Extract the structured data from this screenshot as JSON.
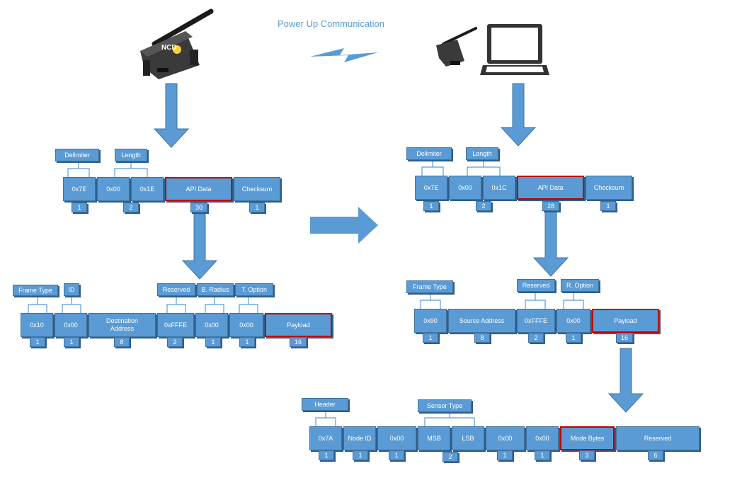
{
  "title": "Power Up Communication",
  "device_logo": "NCD",
  "frames": {
    "tx_frame": {
      "cells": [
        "0x7E",
        "0x00",
        "0x1E",
        "API Data",
        "Checksum"
      ],
      "labels": [
        "Delimiter",
        "Length"
      ],
      "sizes": [
        "1",
        "2",
        "30",
        "1"
      ]
    },
    "tx_api": {
      "cells": [
        "0x10",
        "0x00",
        "Destination Address",
        "0xFFFE",
        "0x00",
        "0x00",
        "Payload"
      ],
      "labels": [
        "Frame Type",
        "ID",
        "Reserved",
        "B. Radius",
        "T. Option"
      ],
      "sizes": [
        "1",
        "1",
        "8",
        "2",
        "1",
        "1",
        "16"
      ]
    },
    "rx_frame": {
      "cells": [
        "0x7E",
        "0x00",
        "0x1C",
        "API Data",
        "Checksum"
      ],
      "labels": [
        "Delimiter",
        "Length"
      ],
      "sizes": [
        "1",
        "2",
        "28",
        "1"
      ]
    },
    "rx_api": {
      "cells": [
        "0x90",
        "Source Address",
        "0xFFFE",
        "0x00",
        "Payload"
      ],
      "labels": [
        "Frame Type",
        "Reserved",
        "R. Option"
      ],
      "sizes": [
        "1",
        "8",
        "2",
        "1",
        "16"
      ]
    },
    "payload": {
      "cells": [
        "0x7A",
        "Node ID",
        "0x00",
        "MSB",
        "LSB",
        "0x00",
        "0x00",
        "Mode Bytes",
        "Reserved"
      ],
      "labels": [
        "Header",
        "Sensor Type"
      ],
      "sizes": [
        "1",
        "1",
        "1",
        "2",
        "1",
        "1",
        "3",
        "6"
      ]
    }
  },
  "colors": {
    "box_fill": "#5b9bd5",
    "box_border": "#41719c",
    "highlight_border": "#c00000",
    "title_text": "#5b9bd5",
    "arrow_fill": "#5b9bd5"
  },
  "icons": [
    "wireless-sensor-icon",
    "small-sensor-icon",
    "laptop-icon",
    "lightning-link-icon",
    "arrow-down-icon",
    "arrow-right-icon"
  ]
}
